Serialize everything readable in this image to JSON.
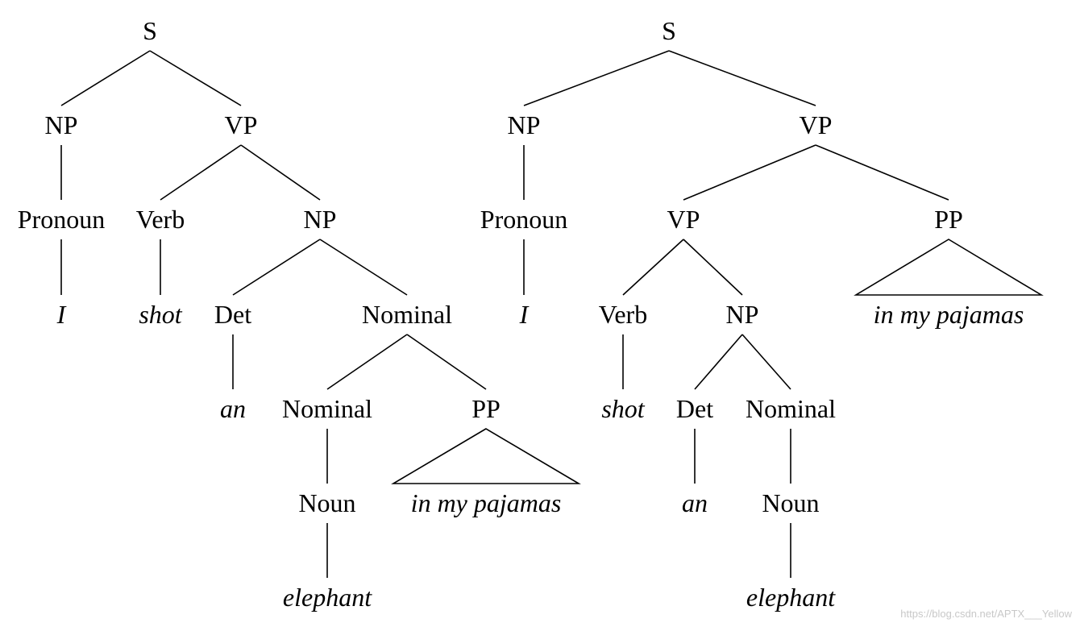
{
  "diagram": {
    "trees": [
      {
        "nodes": [
          {
            "id": "S",
            "label": "S"
          },
          {
            "id": "NP1",
            "label": "NP"
          },
          {
            "id": "VP1",
            "label": "VP"
          },
          {
            "id": "Pron",
            "label": "Pronoun"
          },
          {
            "id": "I",
            "label": "I",
            "word": true
          },
          {
            "id": "Verb",
            "label": "Verb"
          },
          {
            "id": "shot",
            "label": "shot",
            "word": true
          },
          {
            "id": "NP2",
            "label": "NP"
          },
          {
            "id": "Det",
            "label": "Det"
          },
          {
            "id": "an",
            "label": "an",
            "word": true
          },
          {
            "id": "Nom1",
            "label": "Nominal"
          },
          {
            "id": "Nom2",
            "label": "Nominal"
          },
          {
            "id": "Noun",
            "label": "Noun"
          },
          {
            "id": "eleph",
            "label": "elephant",
            "word": true
          },
          {
            "id": "PP",
            "label": "PP"
          },
          {
            "id": "pp_words",
            "label": "in my pajamas",
            "word": true
          }
        ],
        "edges": [
          [
            "S",
            "NP1"
          ],
          [
            "S",
            "VP1"
          ],
          [
            "NP1",
            "Pron"
          ],
          [
            "Pron",
            "I"
          ],
          [
            "VP1",
            "Verb"
          ],
          [
            "VP1",
            "NP2"
          ],
          [
            "Verb",
            "shot"
          ],
          [
            "NP2",
            "Det"
          ],
          [
            "NP2",
            "Nom1"
          ],
          [
            "Det",
            "an"
          ],
          [
            "Nom1",
            "Nom2"
          ],
          [
            "Nom1",
            "PP"
          ],
          [
            "Nom2",
            "Noun"
          ],
          [
            "Noun",
            "eleph"
          ]
        ],
        "triangles": [
          [
            "PP",
            "pp_words"
          ]
        ]
      },
      {
        "nodes": [
          {
            "id": "S",
            "label": "S"
          },
          {
            "id": "NP1",
            "label": "NP"
          },
          {
            "id": "VP1",
            "label": "VP"
          },
          {
            "id": "Pron",
            "label": "Pronoun"
          },
          {
            "id": "I",
            "label": "I",
            "word": true
          },
          {
            "id": "VP2",
            "label": "VP"
          },
          {
            "id": "PP",
            "label": "PP"
          },
          {
            "id": "pp_words",
            "label": "in my pajamas",
            "word": true
          },
          {
            "id": "Verb",
            "label": "Verb"
          },
          {
            "id": "shot",
            "label": "shot",
            "word": true
          },
          {
            "id": "NP2",
            "label": "NP"
          },
          {
            "id": "Det",
            "label": "Det"
          },
          {
            "id": "an",
            "label": "an",
            "word": true
          },
          {
            "id": "Nom",
            "label": "Nominal"
          },
          {
            "id": "Noun",
            "label": "Noun"
          },
          {
            "id": "eleph",
            "label": "elephant",
            "word": true
          }
        ],
        "edges": [
          [
            "S",
            "NP1"
          ],
          [
            "S",
            "VP1"
          ],
          [
            "NP1",
            "Pron"
          ],
          [
            "Pron",
            "I"
          ],
          [
            "VP1",
            "VP2"
          ],
          [
            "VP1",
            "PP"
          ],
          [
            "VP2",
            "Verb"
          ],
          [
            "VP2",
            "NP2"
          ],
          [
            "Verb",
            "shot"
          ],
          [
            "NP2",
            "Det"
          ],
          [
            "NP2",
            "Nom"
          ],
          [
            "Det",
            "an"
          ],
          [
            "Nom",
            "Noun"
          ],
          [
            "Noun",
            "eleph"
          ]
        ],
        "triangles": [
          [
            "PP",
            "pp_words"
          ]
        ]
      }
    ]
  },
  "watermark": "https://blog.csdn.net/APTX___Yellow"
}
